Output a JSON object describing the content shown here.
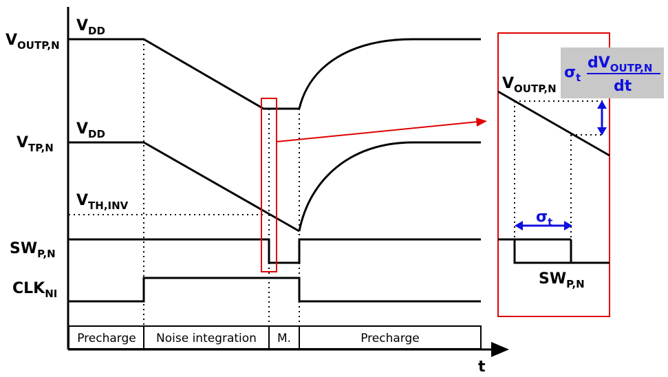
{
  "signals": {
    "voutp": {
      "main": "V",
      "sub": "OUTP,N"
    },
    "vdd1": {
      "main": "V",
      "sub": "DD"
    },
    "vtp": {
      "main": "V",
      "sub": "TP,N"
    },
    "vdd2": {
      "main": "V",
      "sub": "DD"
    },
    "vth": {
      "main": "V",
      "sub": "TH,INV"
    },
    "sw": {
      "main": "SW",
      "sub": "P,N"
    },
    "clk": {
      "main": "CLK",
      "sub": "NI"
    }
  },
  "phases": [
    "Precharge",
    "Noise integration",
    "M.",
    "Precharge"
  ],
  "axis_label": "t",
  "zoom": {
    "voutp": {
      "main": "V",
      "sub": "OUTP,N"
    },
    "sw": {
      "main": "SW",
      "sub": "P,N"
    },
    "sigma": {
      "main": "σ",
      "sub": "t"
    },
    "formula": {
      "sigma": "σ",
      "sigma_sub": "t",
      "num_main": "dV",
      "num_sub": "OUTP,N",
      "den": "dt"
    }
  },
  "colors": {
    "highlight": "#e00000",
    "annotation": "#1010e0",
    "formula_bg": "#c8c8c8"
  }
}
